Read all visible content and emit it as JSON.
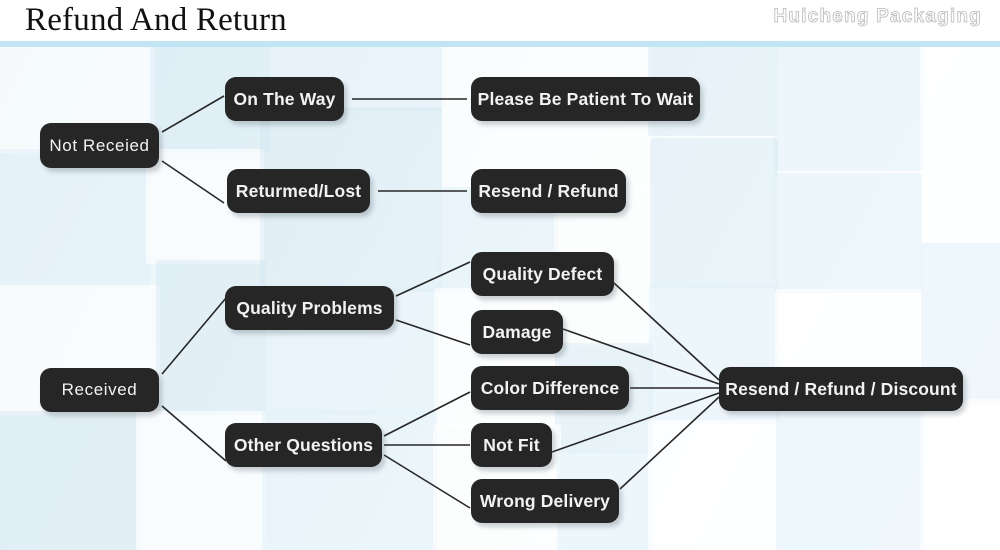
{
  "header": {
    "title": "Refund And Return",
    "brand": "Huicheng Packaging",
    "rule_color": "#c2e5f6"
  },
  "theme": {
    "node_fill": "#262626",
    "node_text": "#f2f2f2",
    "edge_color": "#272727",
    "background_tint": "#eef7fb"
  },
  "diagram": {
    "type": "flowchart",
    "nodes": {
      "not_received": "Not Receied",
      "on_the_way": "On The Way",
      "returned_lost": "Returmed/Lost",
      "please_wait": "Please Be Patient To Wait",
      "resend_refund": "Resend / Refund",
      "received": "Received",
      "quality_problems": "Quality Problems",
      "other_questions": "Other Questions",
      "quality_defect": "Quality Defect",
      "damage": "Damage",
      "color_difference": "Color Difference",
      "not_fit": "Not Fit",
      "wrong_delivery": "Wrong Delivery",
      "resend_refund_discount": "Resend / Refund / Discount"
    },
    "edges": [
      {
        "from": "not_received",
        "to": "on_the_way"
      },
      {
        "from": "not_received",
        "to": "returned_lost"
      },
      {
        "from": "on_the_way",
        "to": "please_wait"
      },
      {
        "from": "returned_lost",
        "to": "resend_refund"
      },
      {
        "from": "received",
        "to": "quality_problems"
      },
      {
        "from": "received",
        "to": "other_questions"
      },
      {
        "from": "quality_problems",
        "to": "quality_defect"
      },
      {
        "from": "quality_problems",
        "to": "damage"
      },
      {
        "from": "other_questions",
        "to": "color_difference"
      },
      {
        "from": "other_questions",
        "to": "not_fit"
      },
      {
        "from": "other_questions",
        "to": "wrong_delivery"
      },
      {
        "from": "quality_defect",
        "to": "resend_refund_discount"
      },
      {
        "from": "damage",
        "to": "resend_refund_discount"
      },
      {
        "from": "color_difference",
        "to": "resend_refund_discount"
      },
      {
        "from": "not_fit",
        "to": "resend_refund_discount"
      },
      {
        "from": "wrong_delivery",
        "to": "resend_refund_discount"
      }
    ]
  }
}
